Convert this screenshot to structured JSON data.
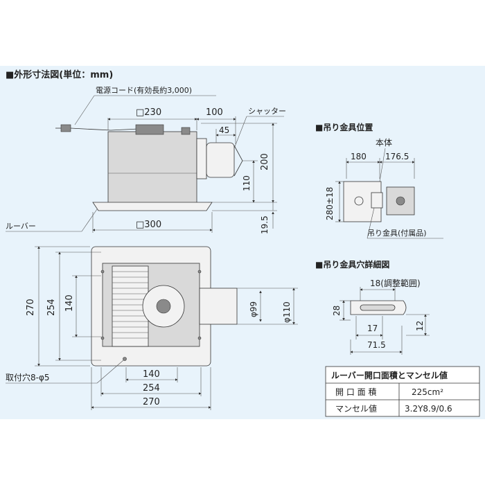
{
  "titles": {
    "outline": "■外形寸法図(単位：mm)",
    "hanger_position": "■吊り金具位置",
    "hanger_hole": "■吊り金具穴詳細図"
  },
  "side_view": {
    "cord": "電源コード(有効長約3,000)",
    "width_body": "□230",
    "duct_len": "100",
    "shutter": "シャッター",
    "offset": "45",
    "height": "200",
    "duct_center": "110",
    "louver": "ルーバー",
    "louver_size": "□300",
    "louver_h": "19.5"
  },
  "bottom_view": {
    "d270": "270",
    "d254": "254",
    "d140": "140",
    "phi99": "φ99",
    "phi110": "φ110",
    "holes": "取付穴8-φ5",
    "b140": "140",
    "b254": "254",
    "b270": "270"
  },
  "hanger_position": {
    "main_body": "本体",
    "d180": "180",
    "d176_5": "176.5",
    "d280": "280±18",
    "hanger": "吊り金具(付属品)"
  },
  "hanger_hole": {
    "range": "18(調整範囲)",
    "d28": "28",
    "d17": "17",
    "d12": "12",
    "d71_5": "71.5"
  },
  "table": {
    "title": "ルーバー開口面積とマンセル値",
    "rows": [
      {
        "label": "開 口 面 積",
        "value": "225cm²"
      },
      {
        "label": "マンセル値",
        "value": "3.2Y8.9/0.6"
      }
    ]
  }
}
